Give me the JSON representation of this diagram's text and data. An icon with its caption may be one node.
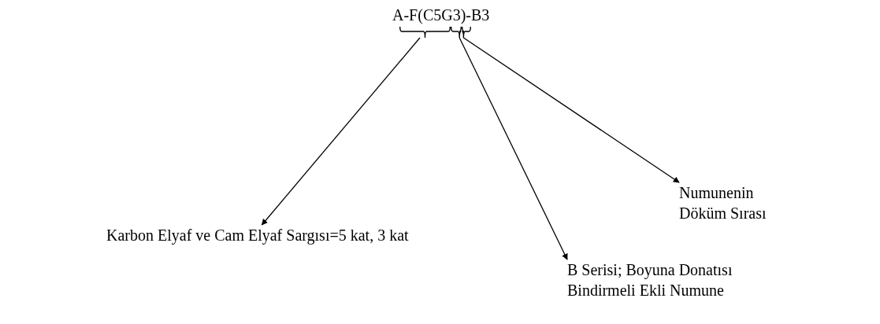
{
  "diagram": {
    "nodes": [
      {
        "text": [
          "A-F(C5G3)-B3"
        ]
      },
      {
        "text": [],
        "shape": "bracket"
      },
      {
        "text": [],
        "shape": "bracket"
      },
      {
        "text": [],
        "shape": "bracket"
      },
      {
        "text": [
          "Karbon Elyaf ve Cam Elyaf Sargısı=5 kat, 3 kat"
        ]
      },
      {
        "text": [
          "B Serisi; Boyuna Donatısı Bindirmeli Ekli Numune"
        ]
      },
      {
        "text": [
          "Numunenin Döküm Sırası"
        ]
      }
    ],
    "edges": [
      {
        "from": 1,
        "to": 4,
        "arrow": "to"
      },
      {
        "from": 2,
        "to": 5,
        "arrow": "to"
      },
      {
        "from": 3,
        "to": 6,
        "arrow": "to"
      }
    ]
  }
}
